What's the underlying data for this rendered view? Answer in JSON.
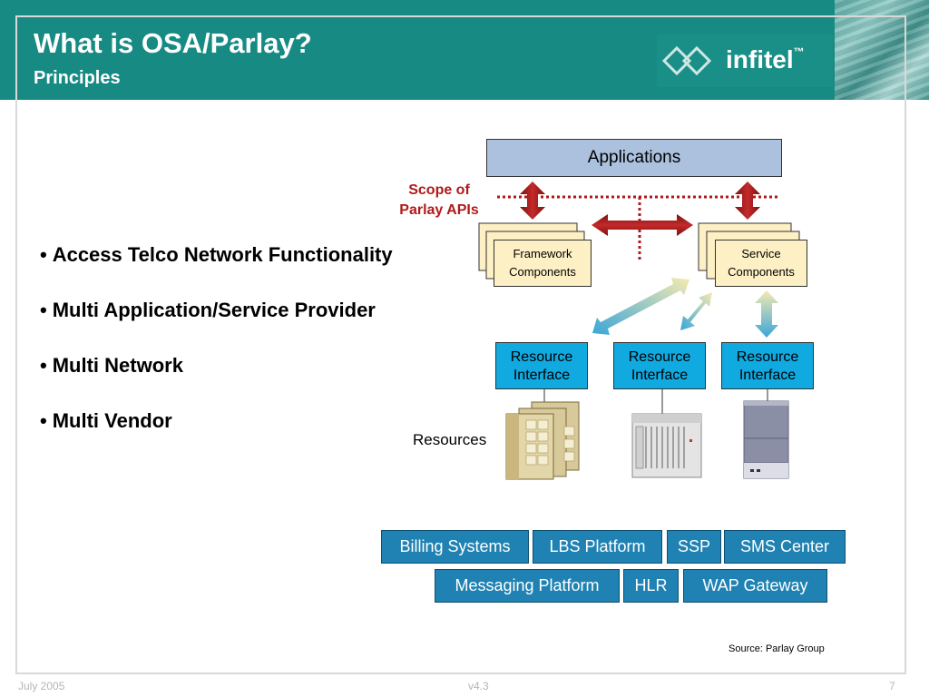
{
  "header": {
    "title": "What is OSA/Parlay?",
    "subtitle": "Principles",
    "logo_text": "infitel",
    "logo_tm": "™"
  },
  "bullets": [
    "Access Telco Network Functionality",
    "Multi Application/Service Provider",
    "Multi Network",
    "Multi Vendor"
  ],
  "diagram": {
    "applications": "Applications",
    "scope_line1": "Scope of",
    "scope_line2": "Parlay APIs",
    "framework_line1": "Framework",
    "framework_line2": "Components",
    "service_line1": "Service",
    "service_line2": "Components",
    "resource_interfaces": [
      {
        "line1": "Resource",
        "line2": "Interface"
      },
      {
        "line1": "Resource",
        "line2": "Interface"
      },
      {
        "line1": "Resource",
        "line2": "Interface"
      }
    ],
    "resources_label": "Resources"
  },
  "platforms_row1": [
    "Billing Systems",
    "LBS Platform",
    "SSP",
    "SMS Center"
  ],
  "platforms_row2": [
    "Messaging Platform",
    "HLR",
    "WAP Gateway"
  ],
  "source": "Source: Parlay Group",
  "footer": {
    "date": "July 2005",
    "version": "v4.3",
    "page": "7"
  },
  "colors": {
    "header": "#178b83",
    "scope_red": "#b01a1a",
    "button_blue": "#1f82b2",
    "resource_blue": "#10a9e0",
    "apps_box": "#abc1de",
    "card": "#fdf0c4"
  }
}
